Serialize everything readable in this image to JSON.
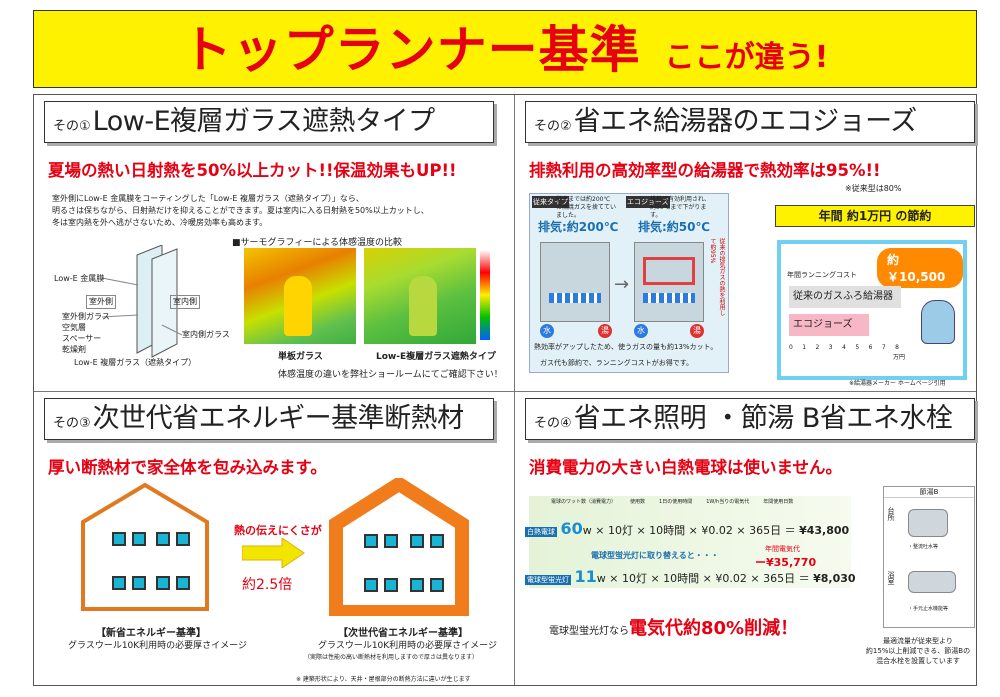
{
  "banner": {
    "title": "トップランナー基準",
    "subtitle": "ここが違う!"
  },
  "q1": {
    "num": "その①",
    "title": "Low-E複層ガラス遮熱タイプ",
    "headline": "夏場の熱い日射熱を50%以上カット!!保温効果もUP!!",
    "desc": [
      "室外側にLow-E 金属膜をコーティングした「Low-E 複層ガラス（遮熱タイプ）」なら、",
      "明るさは保ちながら、日射熱だけを抑えることができます。夏は室内に入る日射熱を50%以上カットし、",
      "冬は室内熱を外へ逃がさないため、冷暖房効率も高めます。"
    ],
    "labels": {
      "metal": "Low-E 金属膜",
      "outdoor": "室外側",
      "indoor": "室内側",
      "glass_out": "室外側ガラス",
      "air": "空気層",
      "spacer": "スペーサー",
      "desiccant": "乾燥剤",
      "glass_in": "室内側ガラス",
      "caption": "Low-E 複層ガラス（遮熱タイプ）"
    },
    "thermo_title": "■サーモグラフィーによる体感温度の比較",
    "thermo_left": "単板ガラス",
    "thermo_right": "Low-E複層ガラス遮熱タイプ",
    "note": "体感温度の違いを弊社ショールームにてご確認下さい！"
  },
  "q2": {
    "num": "その②",
    "title": "省エネ給湯器のエコジョーズ",
    "headline": "排熱利用の高効率型の給湯器で熱効率は95%!!",
    "note": "※従来型は80%",
    "conv_tag": "従来タイプ",
    "conv_text": "従来までは約200℃の燃焼ガスを捨てていました。",
    "conv_exhaust": "排気:約200℃",
    "eco_tag": "エコジョーズ",
    "eco_text": "排熱は有効利用され、約50℃まで下がります。",
    "eco_exhaust": "排気:約50℃",
    "side_text": "従来の排気ガスの熱を利用して約95%",
    "water": "水",
    "hot": "湯",
    "bottom1": "熱効率がアップしたため、使うガスの量も約13%カット。",
    "bottom2": "ガス代も節約で、ランニングコストがお得です。",
    "saving": "年間 約1万円 の節約",
    "cost_title": "年間ランニングコスト",
    "bar_conv": "従来のガスふろ給湯器",
    "bar_eco": "エコジョーズ",
    "price": "約￥10,500",
    "ticks": [
      "0",
      "1",
      "2",
      "3",
      "4",
      "5",
      "6",
      "7",
      "8"
    ],
    "tick_unit": "万円",
    "source": "※給湯器メーカー ホームページ引用"
  },
  "q3": {
    "num": "その③",
    "title": "次世代省エネルギー基準断熱材",
    "headline": "厚い断熱材で家全体を包み込みます。",
    "arrow_text": "熱の伝えにくさが",
    "ratio": "約2.5倍",
    "cap_left1": "【新省エネルギー基準】",
    "cap_left2": "グラスウール10K利用時の必要厚さイメージ",
    "cap_right1": "【次世代省エネルギー基準】",
    "cap_right2": "グラスウール10K利用時の必要厚さイメージ",
    "cap_right3": "（実際は性能の高い断熱材を利用しますので厚さは異なります）",
    "footnote": "※ 建築形状により、天井・屋根部分の断熱方法に違いが生じます"
  },
  "q4": {
    "num": "その④",
    "title": "省エネ照明 ・節湯 B省エネ水栓",
    "headline": "消費電力の大きい白熱電球は使いません。",
    "headers": [
      "電球のワット数（消費電力）",
      "使用数",
      "1日の使用時間",
      "1W/h当りの電気代",
      "年間使用日数"
    ],
    "inc_tag": "白熱電球",
    "inc_w": "60",
    "inc_rest": "w × 10灯 × 10時間 × ¥0.02 × 365日 ＝",
    "inc_total": "¥43,800",
    "swap": "電球型蛍光灯に取り替えると・・・",
    "cfl_tag": "電球型蛍光灯",
    "cfl_w": "11",
    "cfl_rest": "w × 10灯 × 10時間 × ¥0.02 × 365日 ＝",
    "cfl_total": "¥8,030",
    "diff_label": "年間電気代",
    "diff": "ー¥35,770",
    "cut_prefix": "電球型蛍光灯なら",
    "cut_main": "電気代約80%削減！",
    "faucet_title": "節湯B",
    "faucet_labels": [
      "台所",
      "浴室"
    ],
    "faucet_notes": [
      "・整流吐水等",
      "・手元止水機能等"
    ],
    "faucet_caption": [
      "最適流量が従来型より",
      "約15%以上削減できる、節湯Bの",
      "混合水栓を設置しています"
    ]
  }
}
